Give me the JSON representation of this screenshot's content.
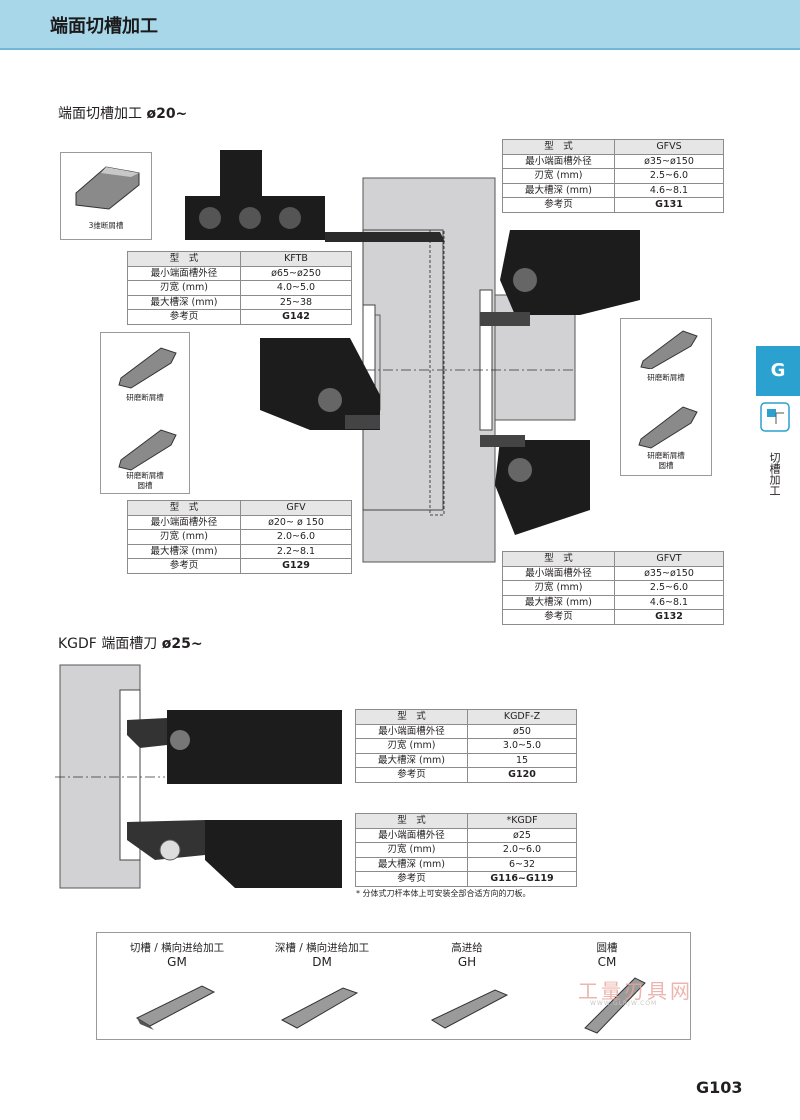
{
  "header": {
    "title": "端面切槽加工"
  },
  "section1": {
    "title": "端面切槽加工 ",
    "title_bold": "ø20~"
  },
  "section2": {
    "title": "KGDF 端面槽刀 ",
    "title_bold": "ø25~"
  },
  "row_labels": {
    "model": "型　式",
    "min_dia": "最小端面槽外径",
    "width": "刃宽 (mm)",
    "depth": "最大槽深 (mm)",
    "ref": "参考页"
  },
  "tables": {
    "gfvs": {
      "model": "GFVS",
      "min_dia": "ø35~ø150",
      "width": "2.5~6.0",
      "depth": "4.6~8.1",
      "ref": "G131"
    },
    "kftb": {
      "model": "KFTB",
      "min_dia": "ø65~ø250",
      "width": "4.0~5.0",
      "depth": "25~38",
      "ref": "G142"
    },
    "gfv": {
      "model": "GFV",
      "min_dia": "ø20~ ø 150",
      "width": "2.0~6.0",
      "depth": "2.2~8.1",
      "ref": "G129"
    },
    "gfvt": {
      "model": "GFVT",
      "min_dia": "ø35~ø150",
      "width": "2.5~6.0",
      "depth": "4.6~8.1",
      "ref": "G132"
    },
    "kgdfz": {
      "model": "KGDF-Z",
      "min_dia": "ø50",
      "width": "3.0~5.0",
      "depth": "15",
      "ref": "G120"
    },
    "kgdf": {
      "model": "*KGDF",
      "min_dia": "ø25",
      "width": "2.0~6.0",
      "depth": "6~32",
      "ref": "G116~G119"
    }
  },
  "insert_captions": {
    "c1": "3维断屑槽",
    "c2": "研磨断屑槽",
    "c3a": "研磨断屑槽",
    "c3b": "圆槽",
    "c4": "研磨断屑槽",
    "c5a": "研磨断屑槽",
    "c5b": "圆槽"
  },
  "footnote": "* 分体式刀杆本体上可安装全部合适方向的刀板。",
  "grades": [
    {
      "label": "切槽 / 横向进给加工",
      "code": "GM"
    },
    {
      "label": "深槽 / 横向进给加工",
      "code": "DM"
    },
    {
      "label": "高进给",
      "code": "GH"
    },
    {
      "label": "圆槽",
      "code": "CM"
    }
  ],
  "side_tab": {
    "letter": "G",
    "text": "切槽加工"
  },
  "page_number": "G103",
  "watermark": {
    "text": "工量刃具网",
    "url": "WWW.GLRJW.COM"
  },
  "colors": {
    "header_bg": "#a9d7ea",
    "tab_bg": "#2aa1cf",
    "tool_dark": "#1c1c1c",
    "workpiece": "#d2d2d4"
  }
}
